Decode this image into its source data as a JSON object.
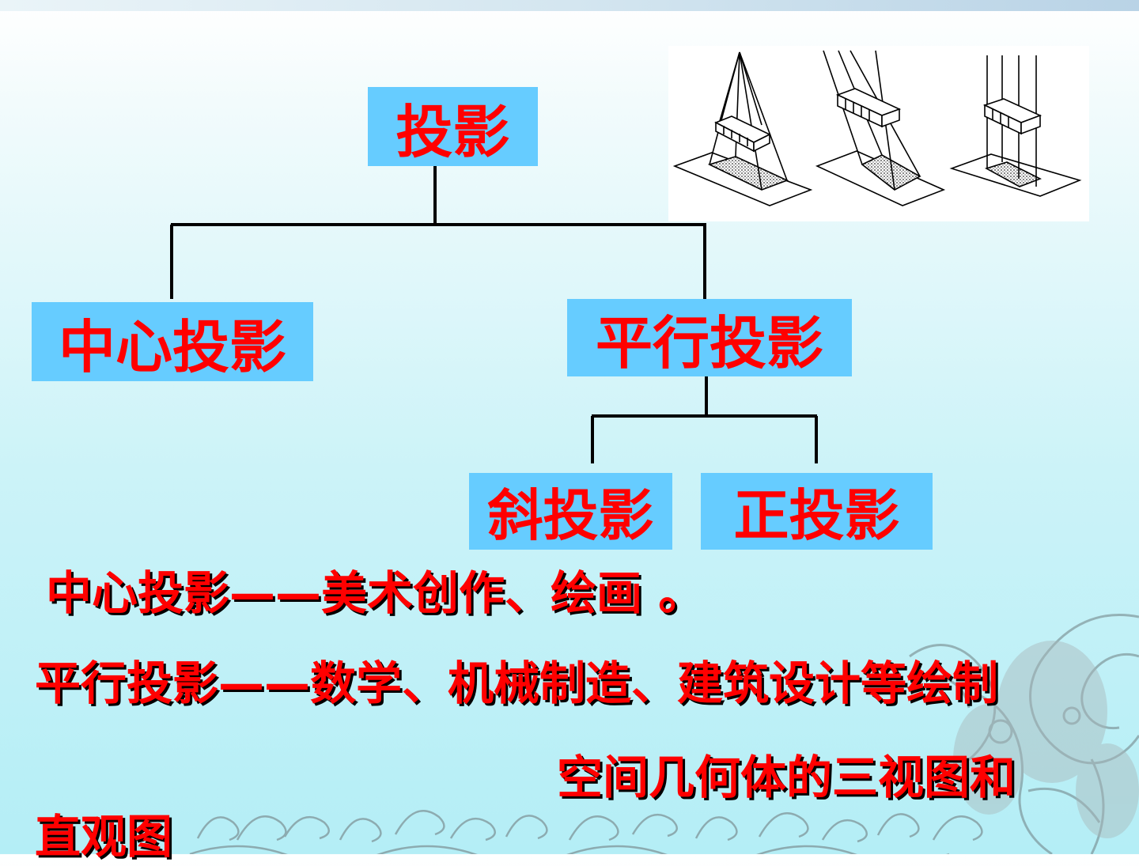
{
  "diagram": {
    "root": "投影",
    "central": "中心投影",
    "parallel": "平行投影",
    "oblique": "斜投影",
    "orthographic": "正投影"
  },
  "notes": {
    "line1": "中心投影——美术创作、绘画 。",
    "line2": "平行投影——数学、机械制造、建筑设计等绘制",
    "line3": "空间几何体的三视图和",
    "line4": "直观图"
  },
  "colors": {
    "box_fill": "#66ccff",
    "text": "#ff0000",
    "shadow": "#000000"
  },
  "icons": [
    "central-projection-icon",
    "oblique-projection-icon",
    "orthographic-projection-icon",
    "dragon-decoration",
    "wave-border-decoration"
  ]
}
